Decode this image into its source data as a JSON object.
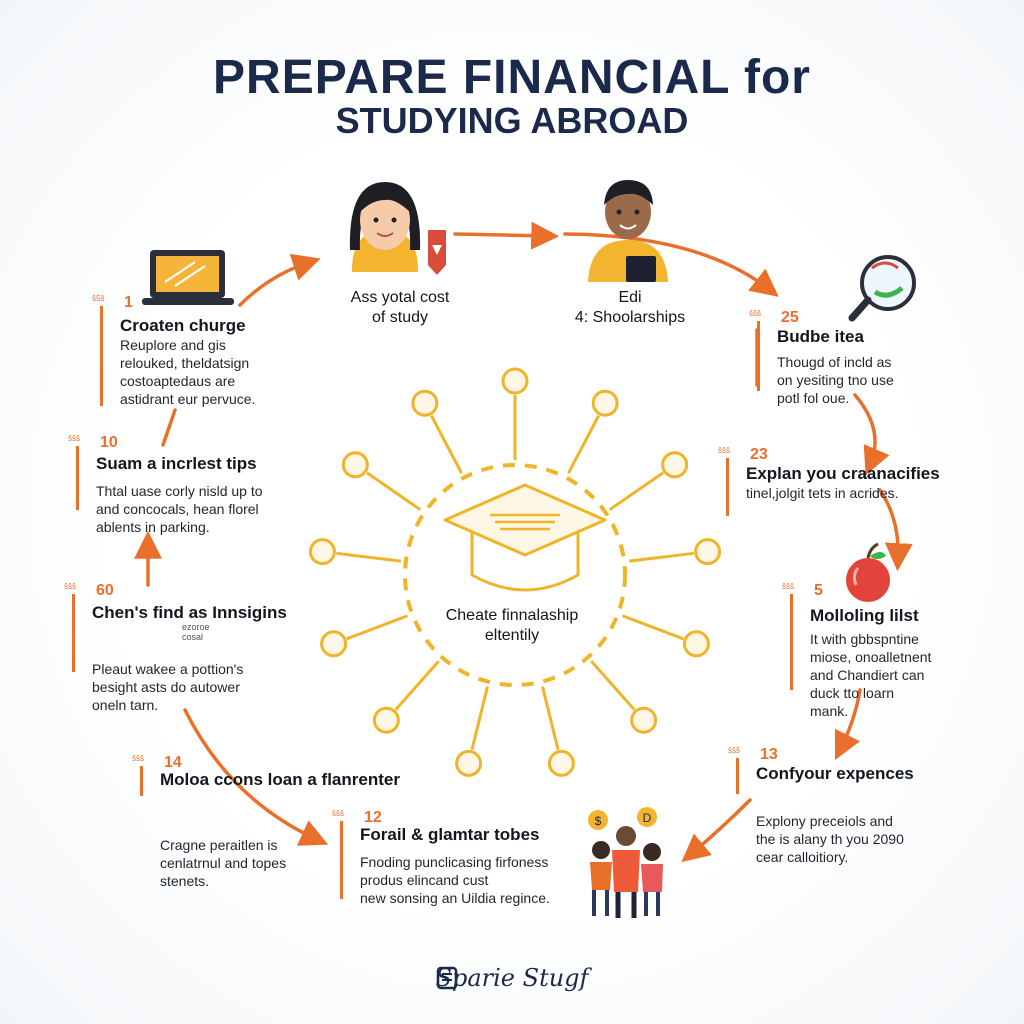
{
  "title": {
    "line1": "PREPARE FINANCIAL for",
    "line2": "STUDYING ABROAD"
  },
  "top_nodes": [
    {
      "id": "total-cost",
      "label": "Ass yotal cost\nof study"
    },
    {
      "id": "scholarships",
      "label": "Edi\n4: Shoolarships"
    }
  ],
  "steps": [
    {
      "id": "createn-churge",
      "num": "1",
      "tiny": "ŝ5ŝ",
      "heading": "Croaten churge",
      "desc": "Reuplore and gis\nrelouked, theldatsign\ncostoaptedaus are\nastidrant eur pervuce."
    },
    {
      "id": "suam-tips",
      "num": "10",
      "tiny": "ŝŝŝ",
      "heading": "Suam a incrlest tips",
      "desc": "Thtal uase corly nisld up to\nand concocals, hean florel\nablents in parking."
    },
    {
      "id": "chens-find",
      "num": "60",
      "tiny": "ŝŝŝ",
      "heading": "Chen's find as\nInnsigins",
      "sub": "ezoroe cosal",
      "desc": "Pleaut wakee a pottion's\nbesight asts do autower\noneln tarn."
    },
    {
      "id": "moloa-loan",
      "num": "14",
      "tiny": "ŝŝŝ",
      "heading": "Moloa ccons\nloan a\nflanrenter",
      "desc": "Cragne peraitlen is\ncenlatrnul and topes\nstenets."
    },
    {
      "id": "forail-tobes",
      "num": "12",
      "tiny": "ŝŝŝ",
      "heading": "Forail & glamtar tobes",
      "desc": "Fnoding punclicasing firfoness\nprodus elincand cust\nnew sonsing an Uildia regince."
    },
    {
      "id": "budbe-itea",
      "num": "25",
      "tiny": "ŝŝŝ",
      "heading": "Budbe itea",
      "desc": "Thougd of incld as\non yesiting tno use\npotl fol oue."
    },
    {
      "id": "explan",
      "num": "23",
      "tiny": "ŝŝŝ",
      "heading": "Explan you craanacifies",
      "desc": "tinel,jolgit tets in acrides."
    },
    {
      "id": "molloing-list",
      "num": "5",
      "tiny": "ŝŝŝ",
      "heading": "Molloling lilst",
      "desc": "It with gbbspntine\nmiose, onoalletnent\nand Chandiert can\nduck tto loarn\nmank."
    },
    {
      "id": "confyour",
      "num": "13",
      "tiny": "ŝŝŝ",
      "heading": "Confyour\nexpences",
      "desc": "Explony preceiols and\nthe is alany th you 2090\ncear calloitiory."
    }
  ],
  "center": {
    "label": "Cheate finnalaship\neltentily"
  },
  "footer": {
    "brand": "Sparie Stugf"
  },
  "colors": {
    "accent": "#e8702a",
    "gold": "#f0b429",
    "navy": "#1b2a4a"
  },
  "icons": {
    "laptop": "laptop-icon",
    "student_girl": "student-girl-icon",
    "student_boy": "student-boy-icon",
    "magnifier": "magnifier-icon",
    "apple": "apple-icon",
    "family": "family-icon",
    "grad_cap": "graduation-cap-icon"
  }
}
